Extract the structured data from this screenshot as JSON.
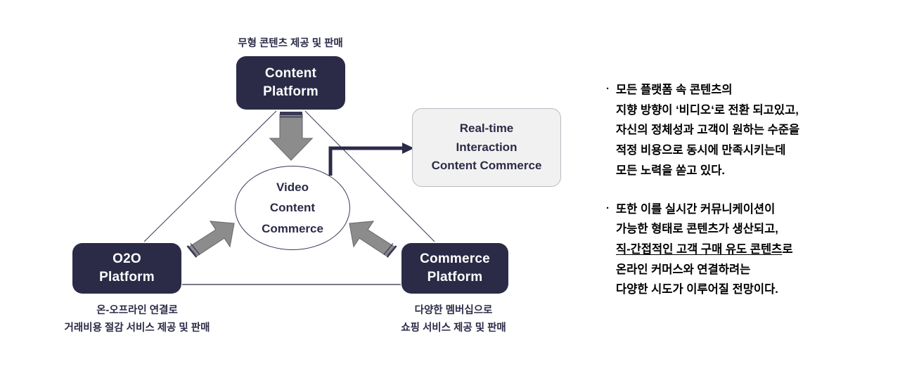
{
  "diagram": {
    "nodes": {
      "content_platform": {
        "line1": "Content",
        "line2": "Platform"
      },
      "o2o_platform": {
        "line1": "O2O",
        "line2": "Platform"
      },
      "commerce_platform": {
        "line1": "Commerce",
        "line2": "Platform"
      },
      "video_content_commerce": {
        "line1": "Video",
        "line2": "Content",
        "line3": "Commerce"
      },
      "realtime_interaction": {
        "line1": "Real-time",
        "line2": "Interaction",
        "line3": "Content Commerce"
      }
    },
    "captions": {
      "content_platform_top": "무형 콘텐츠 제공 및 판매",
      "o2o_line1": "온-오프라인 연결로",
      "o2o_line2": "거래비용 절감 서비스 제공 및 판매",
      "commerce_line1": "다양한 멤버십으로",
      "commerce_line2": "쇼핑 서비스 제공 및 판매"
    },
    "colors": {
      "node_fill": "#2b2b48",
      "node_text": "#ffffff",
      "realtime_fill": "#f1f1f1",
      "realtime_border": "#b9b9c2",
      "arrow_fill": "#8c8c8c",
      "arrow_edge": "#2b2b48",
      "connector": "#2b2b48",
      "triangle_line": "#3a3a56"
    },
    "arrows": {
      "down_arrow": "arrow-down-icon",
      "left_arrow": "arrow-up-left-icon",
      "right_arrow": "arrow-up-right-icon",
      "elbow_connector": "elbow-arrow-icon"
    }
  },
  "right_panel": {
    "paragraphs": [
      {
        "bullet": "·",
        "lines": [
          {
            "text": "모든 플랫폼 속 콘텐츠의",
            "underlined": ""
          },
          {
            "text": "지향 방향이 ‘비디오‘로 전환 되고있고,",
            "underlined": ""
          },
          {
            "text": "자신의 정체성과 고객이 원하는 수준을",
            "underlined": ""
          },
          {
            "text": "적정 비용으로 동시에 만족시키는데",
            "underlined": ""
          },
          {
            "text": "모든 노력을 쏟고 있다.",
            "underlined": ""
          }
        ]
      },
      {
        "bullet": "·",
        "lines": [
          {
            "text": "또한 이를 실시간 커뮤니케이션이",
            "underlined": ""
          },
          {
            "text": "가능한 형태로 콘텐츠가 생산되고,",
            "underlined": ""
          },
          {
            "text": "로",
            "underlined": "직-간접적인 고객 구매 유도 콘텐츠"
          },
          {
            "text": "온라인 커머스와 연결하려는",
            "underlined": ""
          },
          {
            "text": "다양한 시도가 이루어질 전망이다.",
            "underlined": ""
          }
        ]
      }
    ]
  }
}
